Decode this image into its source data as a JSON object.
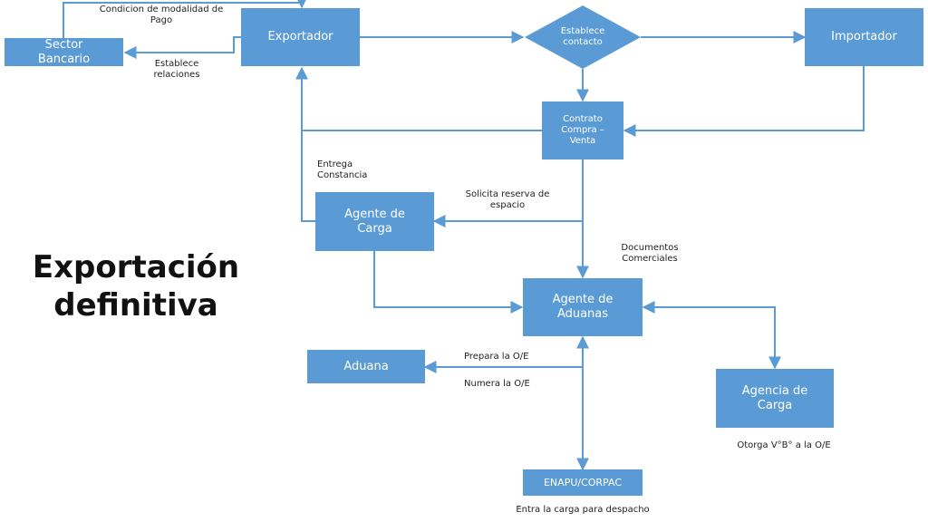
{
  "title": "Exportación\ndefinitiva",
  "colors": {
    "node_fill": "#5b9bd5",
    "edge": "#5b9bd5",
    "node_text": "#ffffff"
  },
  "nodes": {
    "sector_bancario": "Sector\nBancario",
    "exportador": "Exportador",
    "establece_contacto": "Establece\ncontacto",
    "importador": "Importador",
    "contrato": "Contrato\nCompra –\nVenta",
    "agente_carga": "Agente de\nCarga",
    "agente_aduanas": "Agente de\nAduanas",
    "aduana": "Aduana",
    "agencia_carga": "Agencia de\nCarga",
    "enapu": "ENAPU/CORPAC"
  },
  "labels": {
    "condicion_pago": "Condicion de modalidad de\nPago",
    "establece_relaciones": "Establece\nrelaciones",
    "entrega_constancia": "Entrega\nConstancia",
    "solicita_reserva": "Solicita reserva de\nespacio",
    "documentos_comerciales": "Documentos\nComerciales",
    "prepara_oe": "Prepara la O/E",
    "numera_oe": "Numera la O/E",
    "otorga_vb": "Otorga V°B° a la O/E",
    "entra_carga": "Entra la carga para despacho"
  }
}
